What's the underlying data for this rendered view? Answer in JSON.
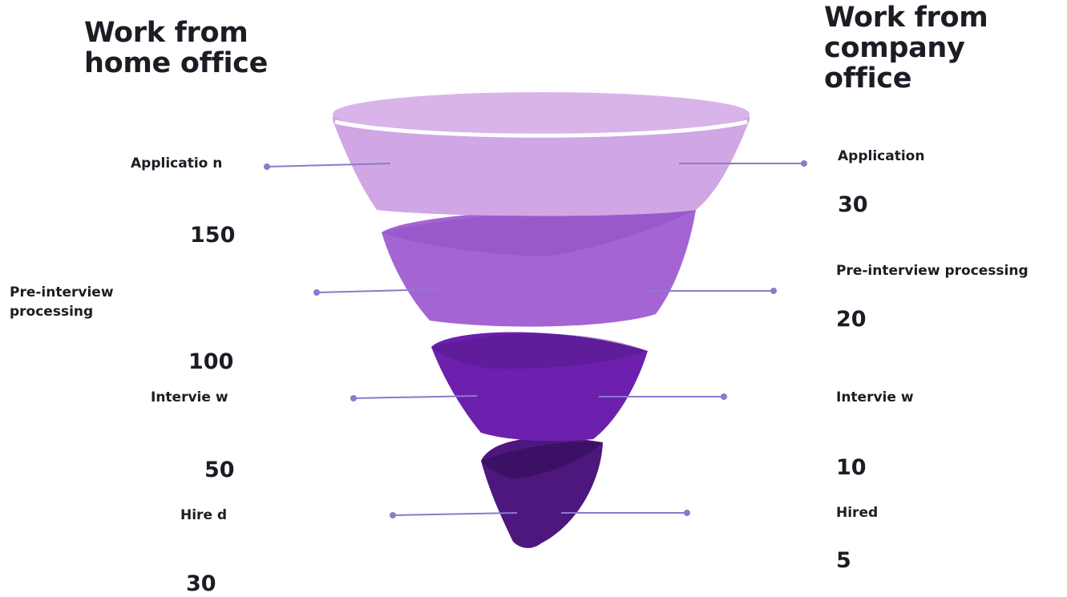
{
  "headings": {
    "left": "Work from home office",
    "right": "Work from company office"
  },
  "colors": {
    "stage1": "#d0a6e4",
    "stage1_rim": "#d9b4ea",
    "stage2": "#a564d3",
    "stage3": "#6d20ad",
    "stage4": "#4d177d",
    "connector": "#8a7bcc"
  },
  "home_office": [
    {
      "label": "Applicatio n",
      "value": "150"
    },
    {
      "label": "Pre-interview processing",
      "value": "100"
    },
    {
      "label": "Intervie w",
      "value": "50"
    },
    {
      "label": "Hire d",
      "value": "30"
    }
  ],
  "company_office": [
    {
      "label": "Application",
      "value": "30"
    },
    {
      "label": "Pre-interview processing",
      "value": "20"
    },
    {
      "label": "Intervie w",
      "value": "10"
    },
    {
      "label": "Hired",
      "value": "5"
    }
  ]
}
